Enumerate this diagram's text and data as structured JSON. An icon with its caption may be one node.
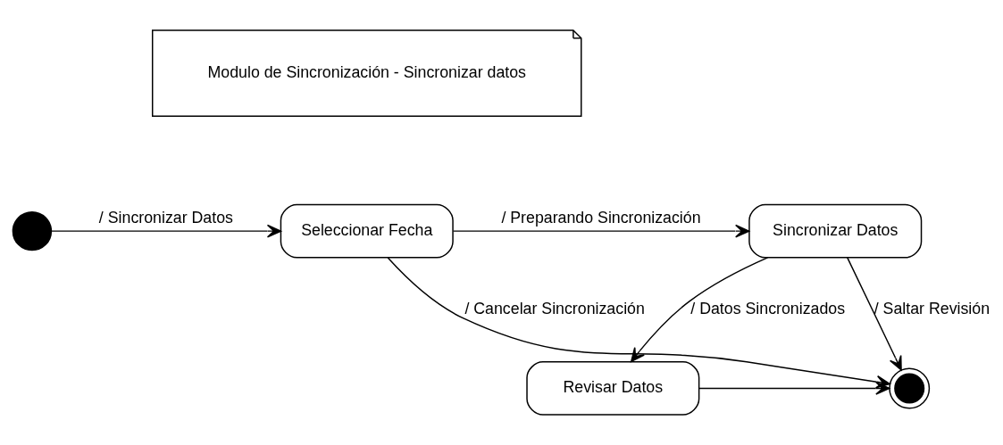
{
  "diagram": {
    "nodes": [
      {
        "text": [
          "Modulo de Sincronización - Sincronizar datos"
        ]
      },
      {
        "text": [],
        "shape": "circle"
      },
      {
        "text": [
          "Seleccionar Fecha"
        ]
      },
      {
        "text": [
          "Sincronizar Datos"
        ]
      },
      {
        "text": [],
        "shape": "circle"
      },
      {
        "text": [
          "Revisar Datos"
        ]
      }
    ],
    "edges": [
      {
        "from": 1,
        "to": 2,
        "arrow": "to",
        "label": "/ Sincronizar Datos"
      },
      {
        "from": 2,
        "to": 3,
        "arrow": "to",
        "label": "/ Preparando Sincronización"
      },
      {
        "from": 2,
        "to": 4,
        "arrow": "to",
        "label": "/ Cancelar Sincronización"
      },
      {
        "from": 3,
        "to": 4,
        "arrow": "to",
        "label": "/ Saltar Revisión"
      },
      {
        "from": 3,
        "to": 5,
        "arrow": "to",
        "label": "/ Datos Sincronizados"
      },
      {
        "from": 5,
        "to": 4,
        "arrow": "to"
      }
    ]
  }
}
